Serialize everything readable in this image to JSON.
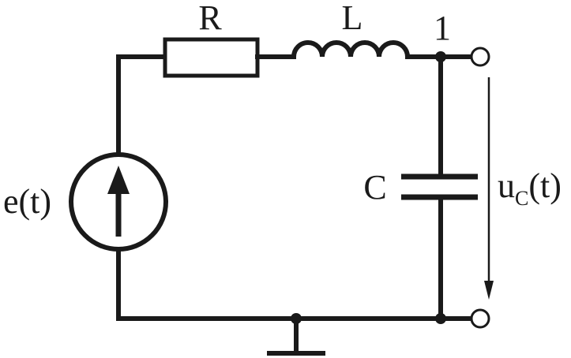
{
  "diagram": {
    "labels": {
      "resistor": "R",
      "inductor": "L",
      "capacitor": "C",
      "node": "1",
      "source": "e(t)",
      "voltage_main": "u",
      "voltage_sub": "C",
      "voltage_tail": "(t)"
    },
    "colors": {
      "ink": "#1a1a1a",
      "background": "#ffffff"
    },
    "icons": {
      "source": "voltage-source-icon",
      "ground": "ground-icon"
    }
  }
}
